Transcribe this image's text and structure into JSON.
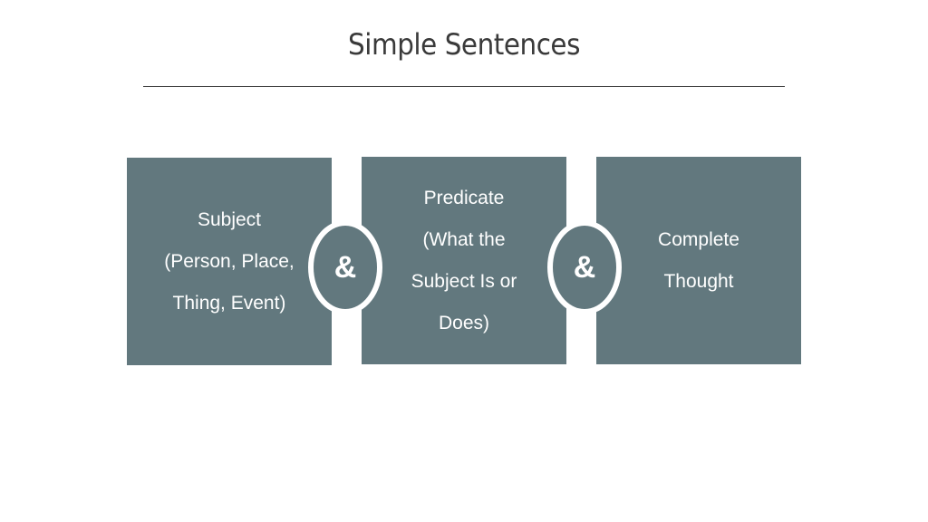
{
  "slide": {
    "title": "Simple Sentences",
    "boxes": [
      {
        "lines": [
          "Subject",
          "(Person, Place,",
          "Thing, Event)"
        ]
      },
      {
        "lines": [
          "Predicate",
          "(What the",
          "Subject Is or",
          "Does)"
        ]
      },
      {
        "lines": [
          "Complete",
          "Thought"
        ]
      }
    ],
    "connectors": [
      "&",
      "&"
    ],
    "colors": {
      "box": "#62787e",
      "text": "#ffffff",
      "title": "#3a3a3a"
    }
  }
}
